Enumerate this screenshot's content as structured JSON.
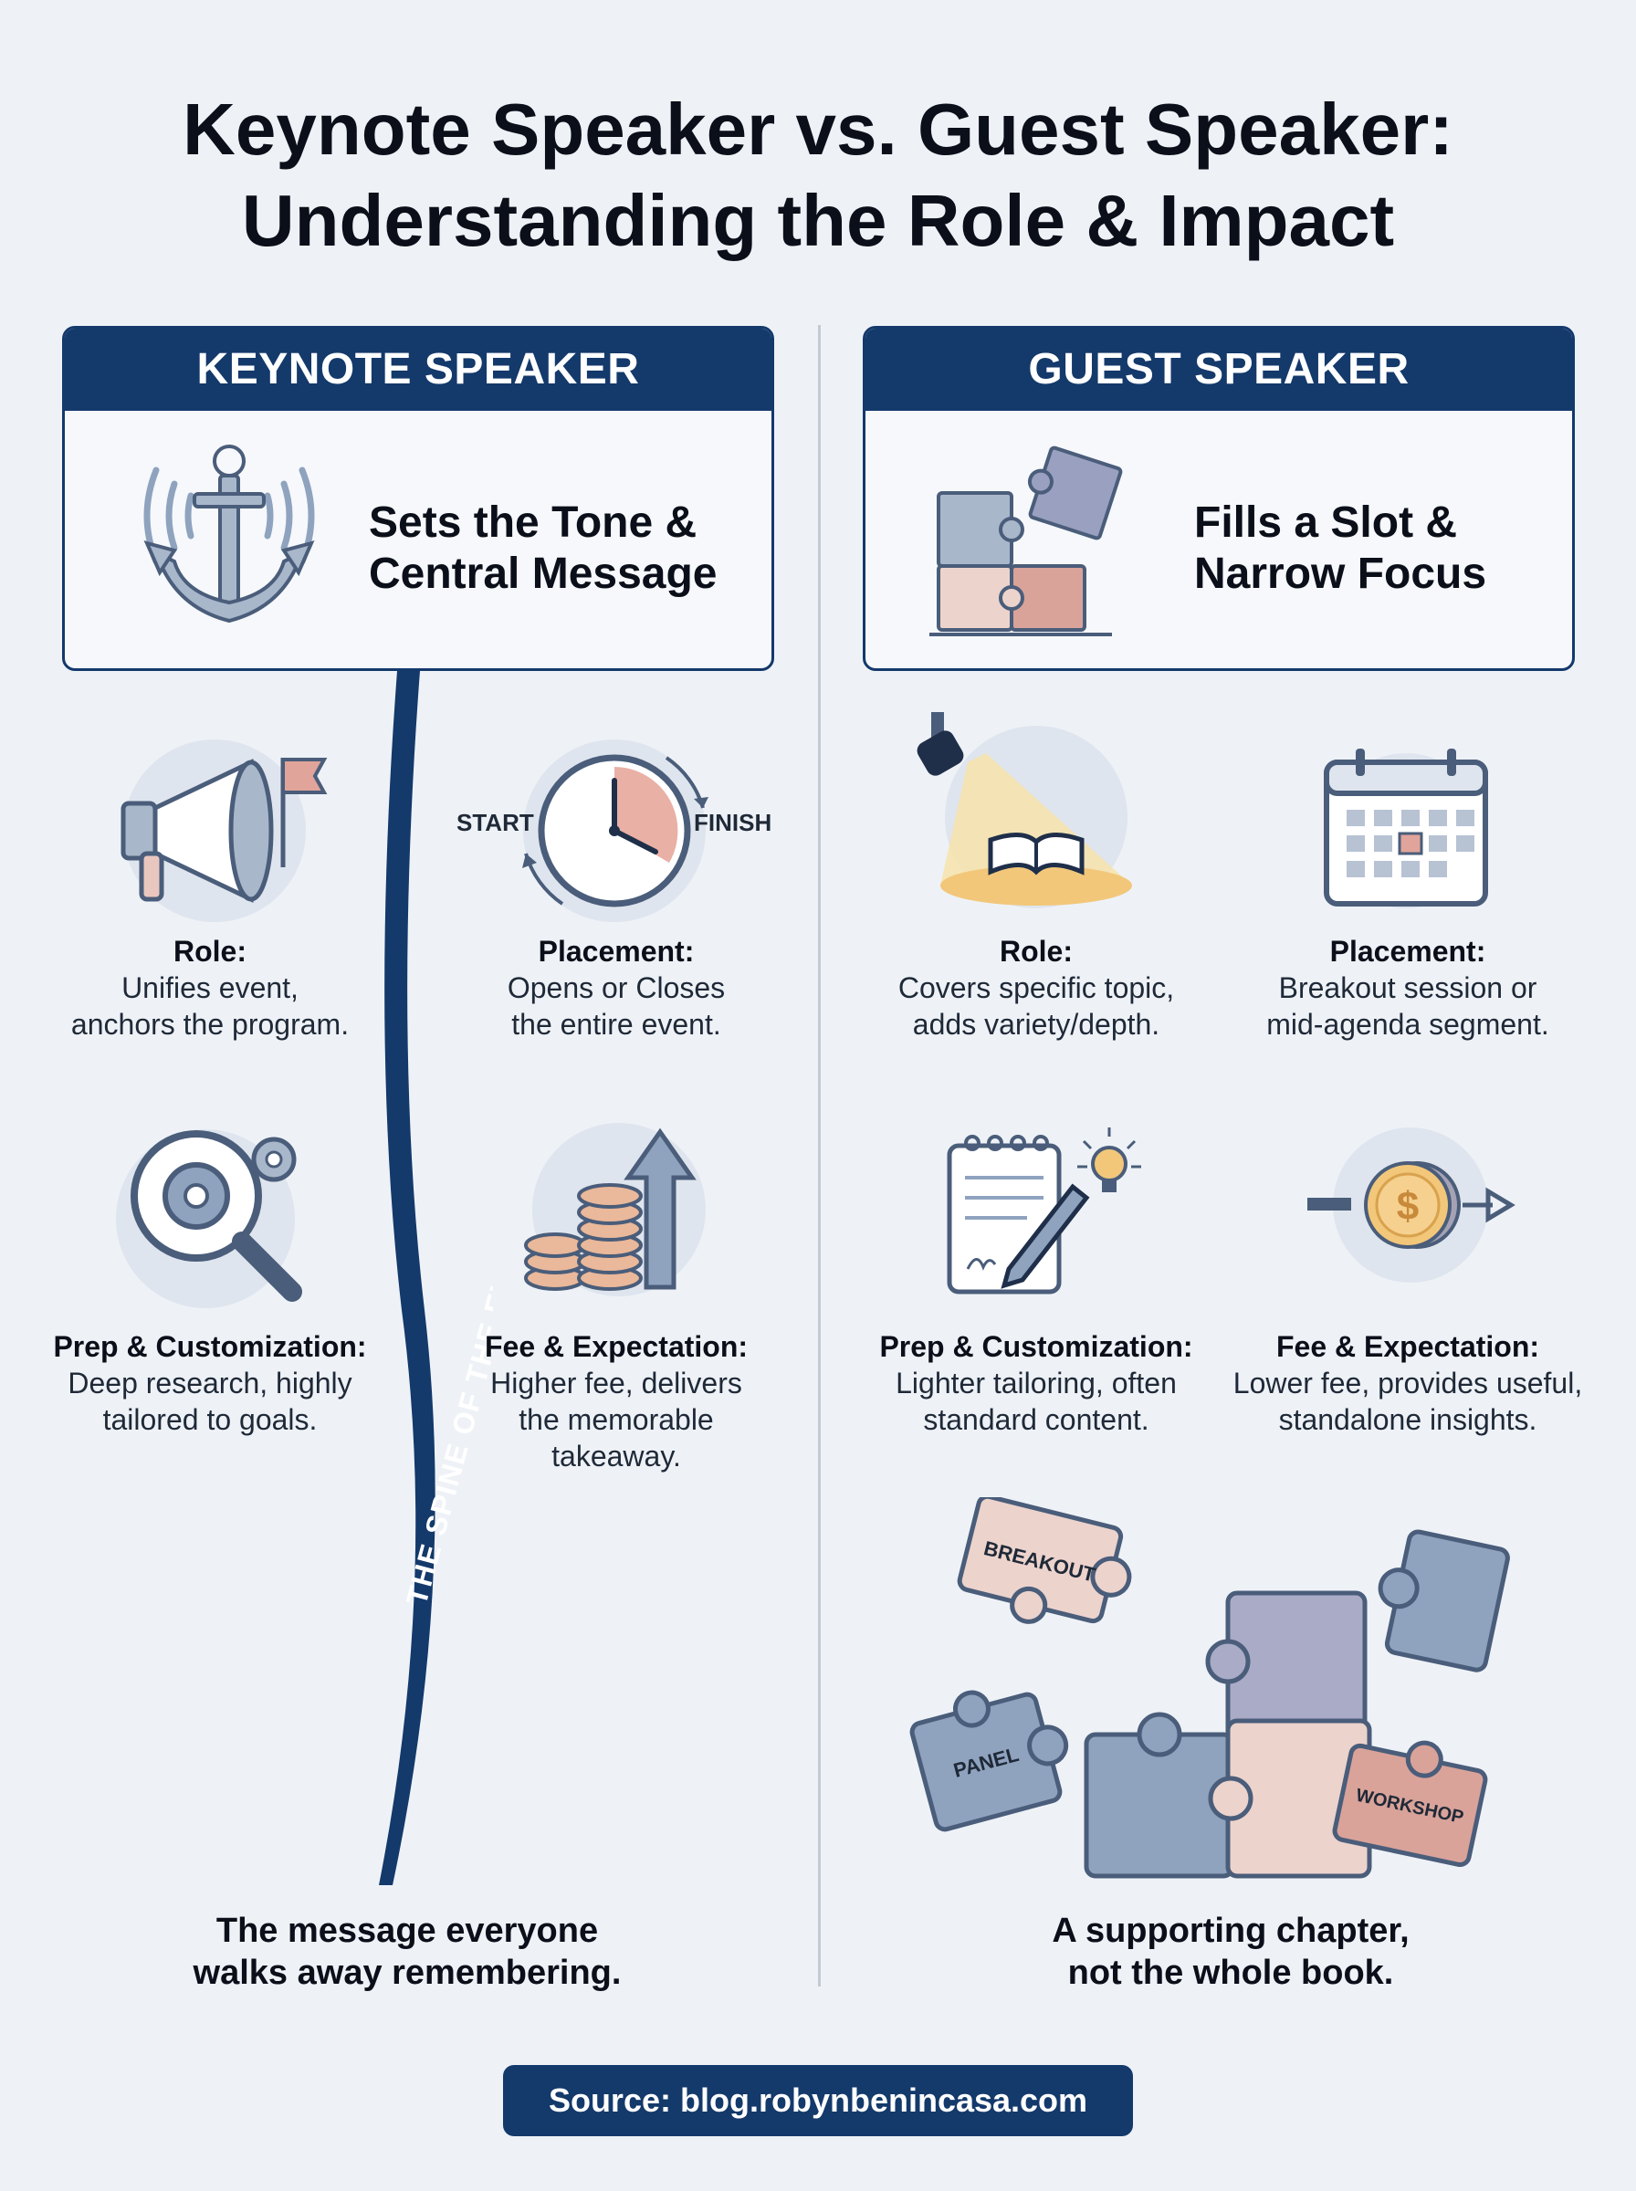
{
  "title_line1": "Keynote Speaker vs. Guest Speaker:",
  "title_line2": "Understanding the Role & Impact",
  "keynote": {
    "header": "KEYNOTE SPEAKER",
    "tagline_line1": "Sets the Tone &",
    "tagline_line2": "Central Message",
    "spine_label": "THE SPINE OF THE EVENT",
    "features": [
      {
        "heading": "Role:",
        "line1": "Unifies event,",
        "line2": "anchors the program.",
        "line3": "",
        "icon": "megaphone-icon"
      },
      {
        "heading": "Placement:",
        "line1": "Opens or Closes",
        "line2": "the entire event.",
        "line3": "",
        "icon": "clock-icon",
        "start_label": "START",
        "finish_label": "FINISH"
      },
      {
        "heading": "Prep & Customization:",
        "line1": "Deep research, highly",
        "line2": "tailored to goals.",
        "line3": "",
        "icon": "magnifier-gear-icon"
      },
      {
        "heading": "Fee & Expectation:",
        "line1": "Higher fee, delivers",
        "line2": "the memorable",
        "line3": "takeaway.",
        "icon": "coins-arrow-icon"
      }
    ],
    "closing_line1": "The message everyone",
    "closing_line2": "walks away remembering."
  },
  "guest": {
    "header": "GUEST SPEAKER",
    "tagline_line1": "Fills a Slot &",
    "tagline_line2": "Narrow Focus",
    "features": [
      {
        "heading": "Role:",
        "line1": "Covers specific topic,",
        "line2": "adds variety/depth.",
        "line3": "",
        "icon": "spotlight-book-icon"
      },
      {
        "heading": "Placement:",
        "line1": "Breakout session or",
        "line2": "mid-agenda segment.",
        "line3": "",
        "icon": "calendar-icon"
      },
      {
        "heading": "Prep & Customization:",
        "line1": "Lighter tailoring, often",
        "line2": "standard content.",
        "line3": "",
        "icon": "notepad-lightbulb-icon"
      },
      {
        "heading": "Fee & Expectation:",
        "line1": "Lower fee, provides useful,",
        "line2": "standalone insights.",
        "line3": "",
        "icon": "coin-arrow-icon"
      }
    ],
    "puzzle_labels": {
      "breakout": "BREAKOUT",
      "panel": "PANEL",
      "workshop": "WORKSHOP"
    },
    "closing_line1": "A supporting chapter,",
    "closing_line2": "not the whole book."
  },
  "source": "Source: blog.robynbenincasa.com",
  "colors": {
    "navy": "#14396b",
    "slate": "#8fa3bf",
    "blush": "#e9c7bf",
    "coral": "#d9a39a",
    "lavender": "#a9abc7",
    "gold": "#f2c77a"
  }
}
